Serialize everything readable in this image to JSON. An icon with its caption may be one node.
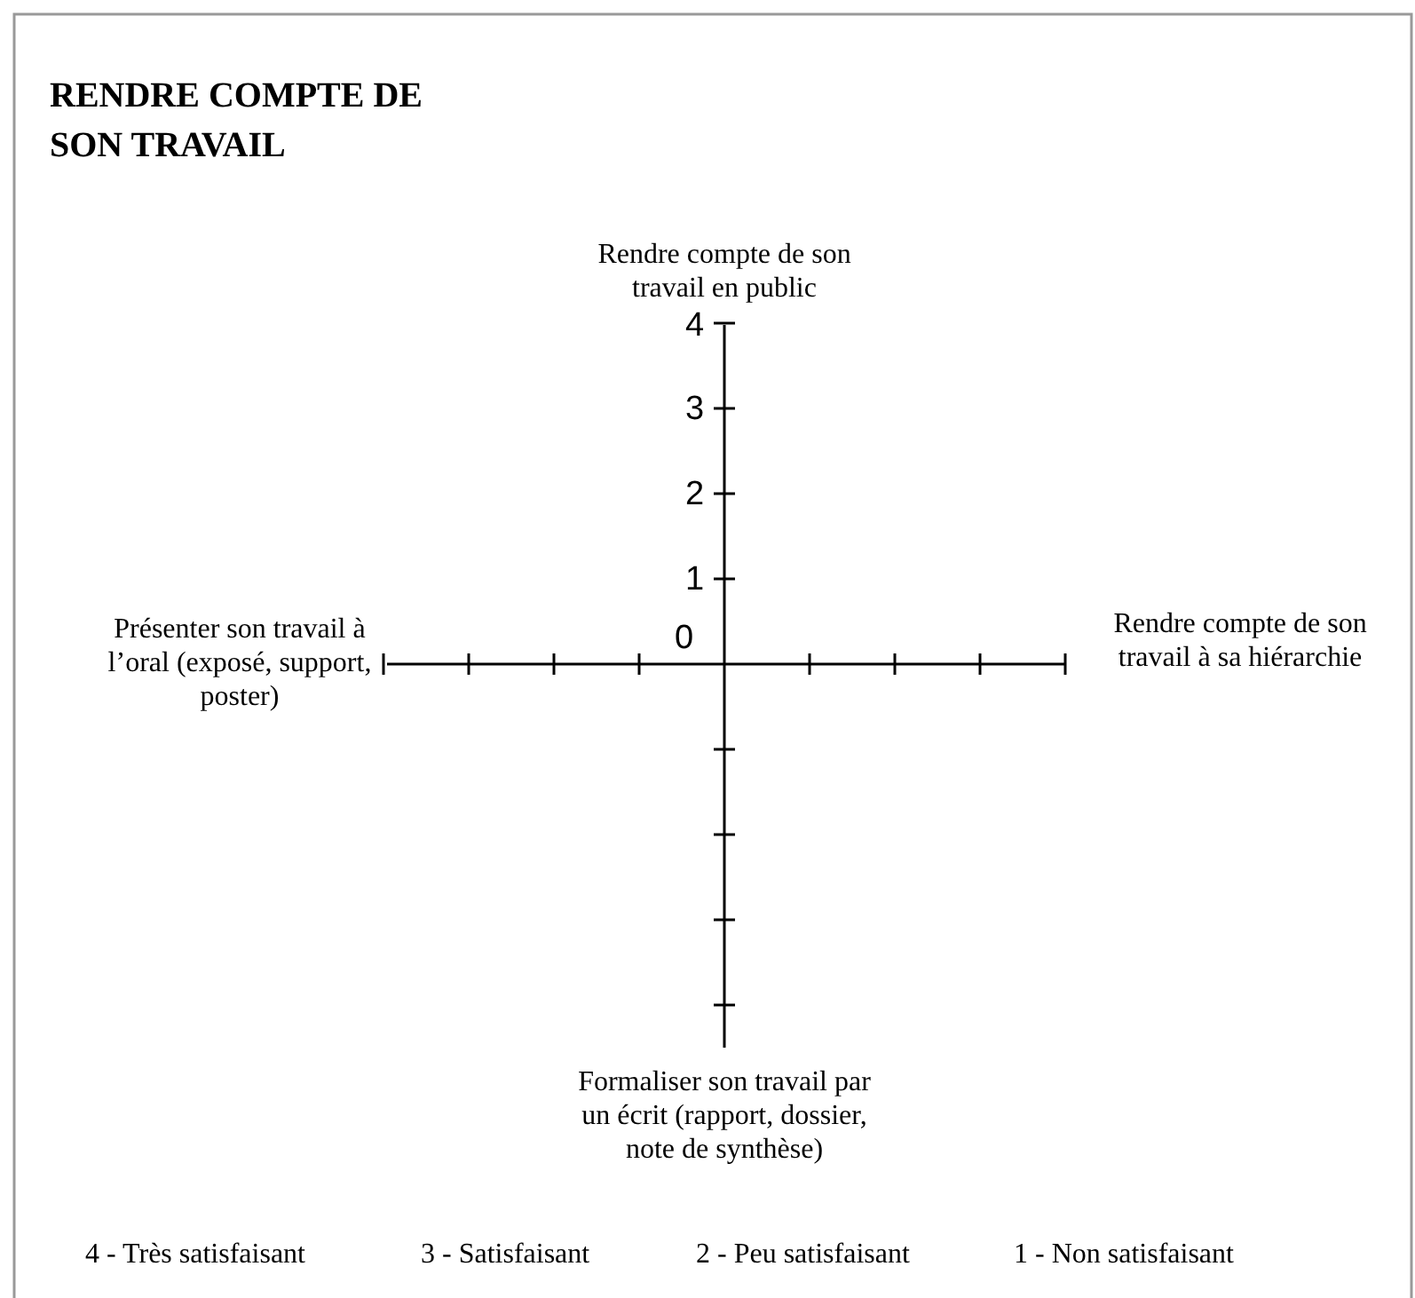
{
  "diagram": {
    "title": "RENDRE COMPTE DE SON TRAVAIL",
    "labels": [
      "Rendre compte de son travail en public",
      "4",
      "3",
      "2",
      "1",
      "0",
      "Présenter son travail à l’oral (exposé, support, poster)",
      "Rendre compte de son travail à sa hiérarchie",
      "Formaliser son travail par un écrit (rapport, dossier, note de synthèse)",
      "4 - Très satisfaisant",
      "3 - Satisfaisant",
      "2 - Peu satisfaisant",
      "1 - Non satisfaisant"
    ]
  }
}
